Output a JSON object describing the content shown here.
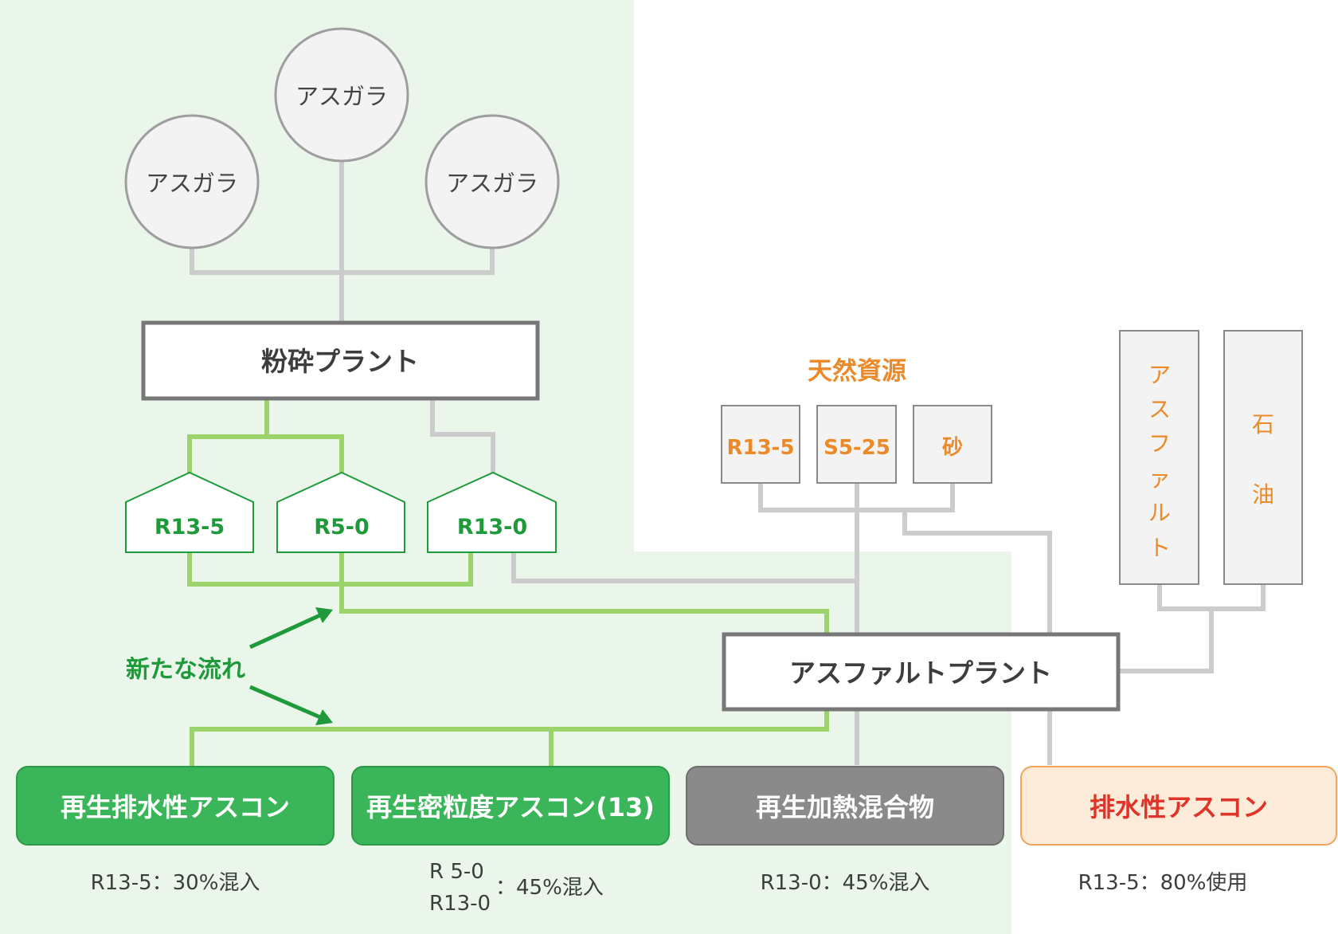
{
  "colors": {
    "green_bg": "#ebf6ea",
    "green_line": "#9ad46a",
    "green_text": "#1e9a3a",
    "green_btn": "#3bb55a",
    "gray_line": "#cccccc",
    "gray_btn": "#8a8a8a",
    "orange_text": "#ec8a2a",
    "red_text": "#e0342a",
    "peach_bg": "#fcebd9",
    "peach_border": "#f0a45c",
    "dark_text": "#3d3d3d"
  },
  "sources": [
    "アスガラ",
    "アスガラ",
    "アスガラ"
  ],
  "crusher_plant": "粉砕プラント",
  "recycled_bins": [
    "R13-5",
    "R5-0",
    "R13-0"
  ],
  "natural_resources": {
    "title": "天然資源",
    "items": [
      "R13-5",
      "S5-25",
      "砂"
    ]
  },
  "materials": [
    [
      "ア",
      "ス",
      "フ",
      "ァ",
      "ル",
      "ト"
    ],
    [
      "石",
      "油"
    ]
  ],
  "asphalt_plant": "アスファルトプラント",
  "new_flow_label": "新たな流れ",
  "products": [
    {
      "label": "再生排水性アスコン",
      "note": "R13-5：30%混入"
    },
    {
      "label": "再生密粒度アスコン(13)",
      "note_lines": [
        "R  5-0",
        "R13-0"
      ],
      "note_suffix": "：45%混入"
    },
    {
      "label": "再生加熱混合物",
      "note": "R13-0：45%混入"
    },
    {
      "label": "排水性アスコン",
      "note": "R13-5：80%使用"
    }
  ]
}
